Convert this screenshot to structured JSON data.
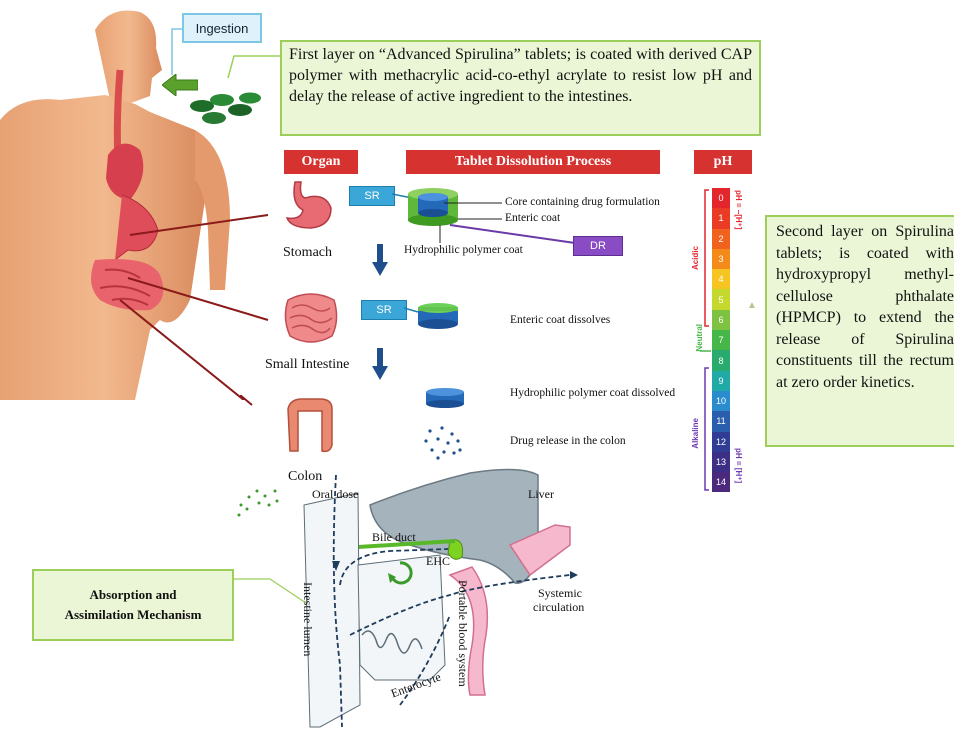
{
  "callouts": {
    "ingestion": "Ingestion",
    "first_layer": "First layer on “Advanced Spirulina” tablets; is coated with derived CAP polymer with methacrylic acid-co-ethyl acrylate to resist low pH and delay the release of active ingredient to the intestines.",
    "second_layer": "Second layer on Spirulina tablets; is coated with hydroxypropyl methyl-cellulose phthalate (HPMCP) to extend the release of Spirulina constituents till the rectum at zero order kinetics.",
    "absorption_line1": "Absorption and",
    "absorption_line2": "Assimilation Mechanism"
  },
  "headers": {
    "organ": "Organ",
    "process": "Tablet Dissolution Process",
    "ph": "pH"
  },
  "organs": {
    "stomach": "Stomach",
    "small_intestine": "Small Intestine",
    "colon": "Colon"
  },
  "tablet_labels": {
    "sr": "SR",
    "dr": "DR",
    "core": "Core containing drug formulation",
    "enteric": "Enteric coat",
    "hydrophilic": "Hydrophilic polymer coat",
    "enteric_dissolves": "Enteric coat dissolves",
    "hydrophilic_dissolved": "Hydrophilic polymer coat dissolved",
    "drug_release": "Drug release in the colon"
  },
  "ph_scale": {
    "values": [
      "0",
      "1",
      "2",
      "3",
      "4",
      "5",
      "6",
      "7",
      "8",
      "9",
      "10",
      "11",
      "12",
      "13",
      "14"
    ],
    "colors": [
      "#e3262c",
      "#ea3c24",
      "#f0621e",
      "#f48a1a",
      "#f7c521",
      "#c4d82d",
      "#7fc241",
      "#47b649",
      "#2aab6e",
      "#1fa9a7",
      "#2a8ccd",
      "#2b5fad",
      "#2f3e94",
      "#3d2f86",
      "#4b2a7d"
    ],
    "acidic": "Acidic",
    "neutral": "Neutral",
    "alkaline": "Alkaline",
    "top_formula": "pH = –[H⁺]",
    "bottom_formula": "pH = [H⁺]"
  },
  "absorption_diagram": {
    "oral_dose": "Oral dose",
    "liver": "Liver",
    "bile_duct": "Bile duct",
    "ehc": "EHC",
    "systemic": "Systemic",
    "circulation": "circulation",
    "intestine_lumen": "Intestine lumen",
    "portal_blood": "Portable blood system",
    "enterocyte": "Enterocyte"
  }
}
